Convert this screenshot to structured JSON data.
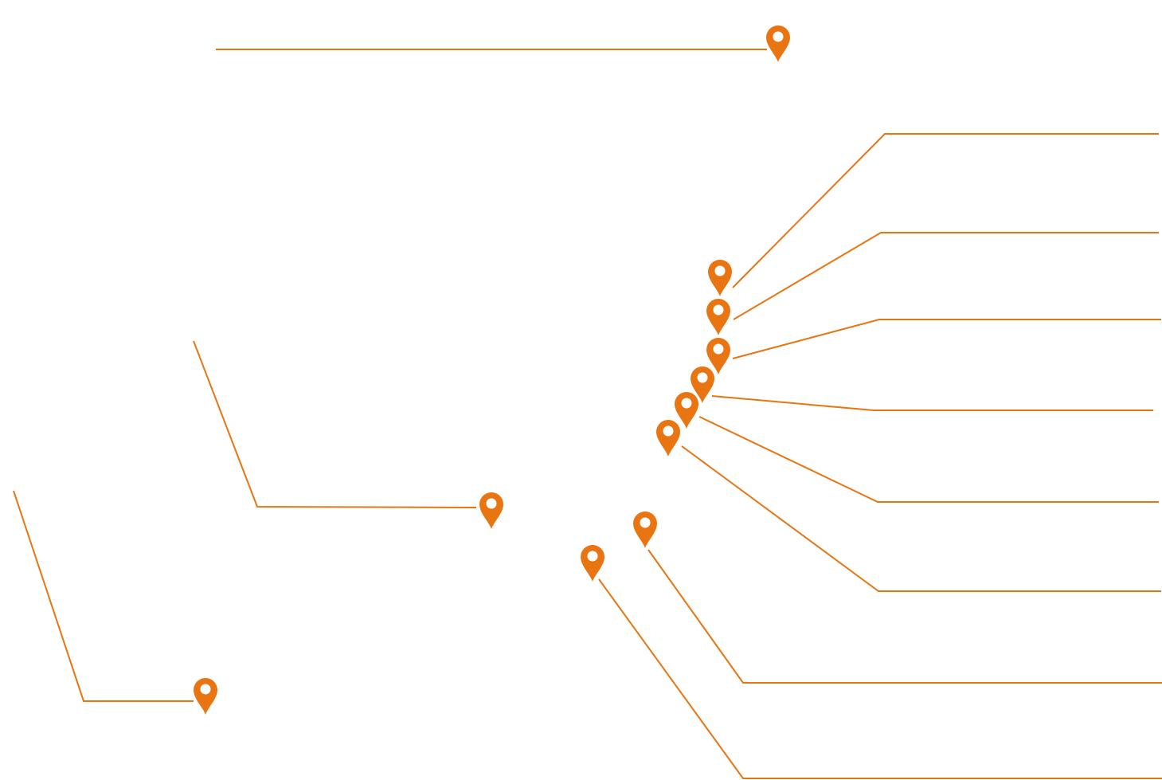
{
  "colors": {
    "accent": "#E87511",
    "pin_center": "#FFFFFF",
    "background": "#FFFFFF"
  },
  "markers": [
    {
      "name": "location-pin-1",
      "icon": "map-marker-icon"
    },
    {
      "name": "location-pin-2",
      "icon": "map-marker-icon"
    },
    {
      "name": "location-pin-3",
      "icon": "map-marker-icon"
    },
    {
      "name": "location-pin-4",
      "icon": "map-marker-icon"
    },
    {
      "name": "location-pin-5",
      "icon": "map-marker-icon"
    },
    {
      "name": "location-pin-6",
      "icon": "map-marker-icon"
    },
    {
      "name": "location-pin-7",
      "icon": "map-marker-icon"
    },
    {
      "name": "location-pin-8",
      "icon": "map-marker-icon"
    },
    {
      "name": "location-pin-9",
      "icon": "map-marker-icon"
    },
    {
      "name": "location-pin-10",
      "icon": "map-marker-icon"
    },
    {
      "name": "location-pin-11",
      "icon": "map-marker-icon"
    },
    {
      "name": "location-pin-12",
      "icon": "map-marker-icon"
    }
  ]
}
